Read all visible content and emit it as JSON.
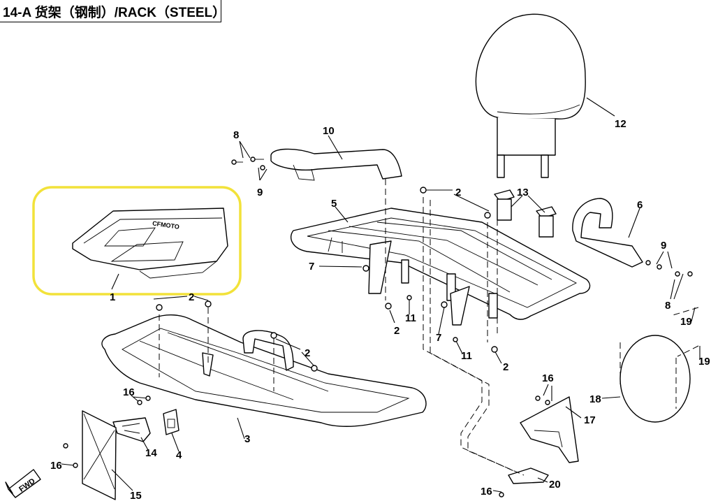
{
  "title": "14-A 货架（钢制）/RACK（STEEL）",
  "highlight_color": "#f2e23a",
  "callouts": [
    {
      "id": "c1",
      "text": "1"
    },
    {
      "id": "c2a",
      "text": "2"
    },
    {
      "id": "c2b",
      "text": "2"
    },
    {
      "id": "c2c",
      "text": "2"
    },
    {
      "id": "c2d",
      "text": "2"
    },
    {
      "id": "c2e",
      "text": "2"
    },
    {
      "id": "c3",
      "text": "3"
    },
    {
      "id": "c4",
      "text": "4"
    },
    {
      "id": "c5",
      "text": "5"
    },
    {
      "id": "c6",
      "text": "6"
    },
    {
      "id": "c7a",
      "text": "7"
    },
    {
      "id": "c7b",
      "text": "7"
    },
    {
      "id": "c8a",
      "text": "8"
    },
    {
      "id": "c8b",
      "text": "8"
    },
    {
      "id": "c9a",
      "text": "9"
    },
    {
      "id": "c9b",
      "text": "9"
    },
    {
      "id": "c10",
      "text": "10"
    },
    {
      "id": "c11a",
      "text": "11"
    },
    {
      "id": "c11b",
      "text": "11"
    },
    {
      "id": "c12",
      "text": "12"
    },
    {
      "id": "c13",
      "text": "13"
    },
    {
      "id": "c14",
      "text": "14"
    },
    {
      "id": "c15",
      "text": "15"
    },
    {
      "id": "c16a",
      "text": "16"
    },
    {
      "id": "c16b",
      "text": "16"
    },
    {
      "id": "c16c",
      "text": "16"
    },
    {
      "id": "c16d",
      "text": "16"
    },
    {
      "id": "c17",
      "text": "17"
    },
    {
      "id": "c18",
      "text": "18"
    },
    {
      "id": "c19a",
      "text": "19"
    },
    {
      "id": "c19b",
      "text": "19"
    },
    {
      "id": "c20",
      "text": "20"
    }
  ],
  "fwd_label": "FWD",
  "logo_text": "CFMOTO"
}
